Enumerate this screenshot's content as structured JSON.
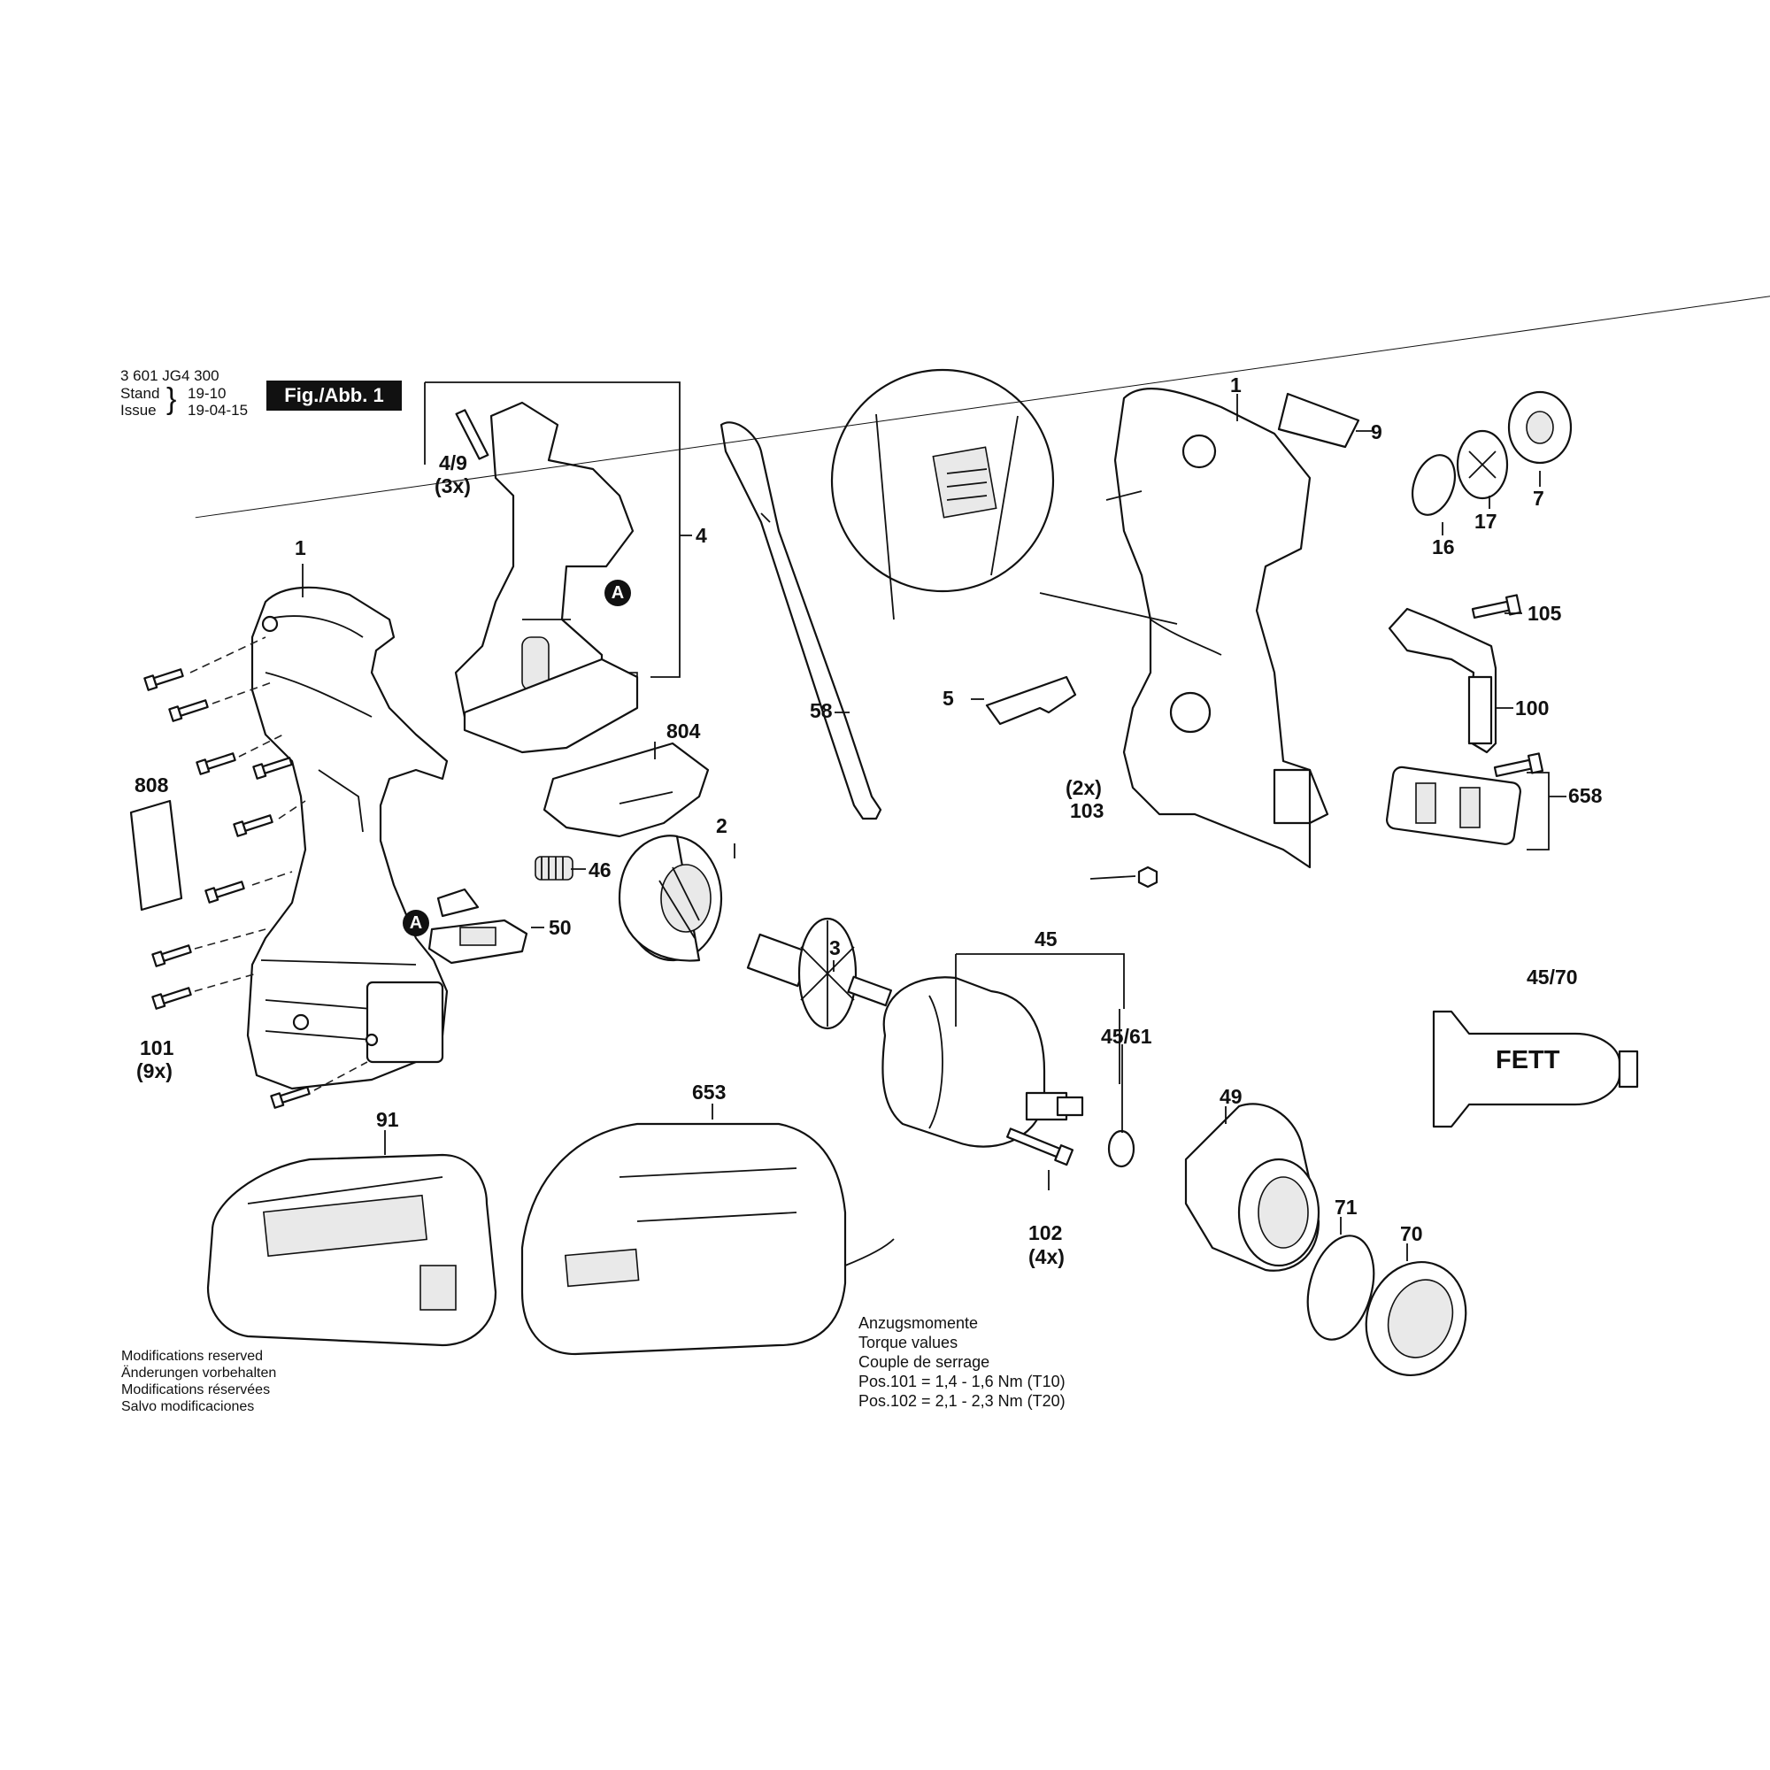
{
  "header": {
    "part_number": "3 601 JG4 300",
    "stand_label": "Stand",
    "stand_value": "19-10",
    "issue_label": "Issue",
    "issue_value": "19-04-15",
    "figure_label": "Fig./Abb. 1"
  },
  "callouts": {
    "c1_left": "1",
    "c1_right": "1",
    "c2": "2",
    "c3": "3",
    "c4": "4",
    "c4_9": "4/9",
    "c4_9_qty": "(3x)",
    "c5": "5",
    "c7": "7",
    "c9": "9",
    "c16": "16",
    "c17": "17",
    "c45": "45",
    "c45_61": "45/61",
    "c45_70": "45/70",
    "c46": "46",
    "c49": "49",
    "c50": "50",
    "c58": "58",
    "c70": "70",
    "c71": "71",
    "c91": "91",
    "c100": "100",
    "c101": "101",
    "c101_qty": "(9x)",
    "c102": "102",
    "c102_qty": "(4x)",
    "c103": "103",
    "c103_qty": "(2x)",
    "c105": "105",
    "c653": "653",
    "c658": "658",
    "c804": "804",
    "c808": "808",
    "marker_a": "A",
    "fett": "FETT"
  },
  "notes": {
    "modifications": [
      "Modifications reserved",
      "Änderungen vorbehalten",
      "Modifications réservées",
      "Salvo modificaciones"
    ]
  },
  "torque": {
    "heading": [
      "Anzugsmomente",
      "Torque values",
      "Couple de serrage"
    ],
    "rows": [
      "Pos.101  =  1,4 - 1,6 Nm (T10)",
      "Pos.102  =  2,1 - 2,3 Nm (T20)"
    ]
  }
}
